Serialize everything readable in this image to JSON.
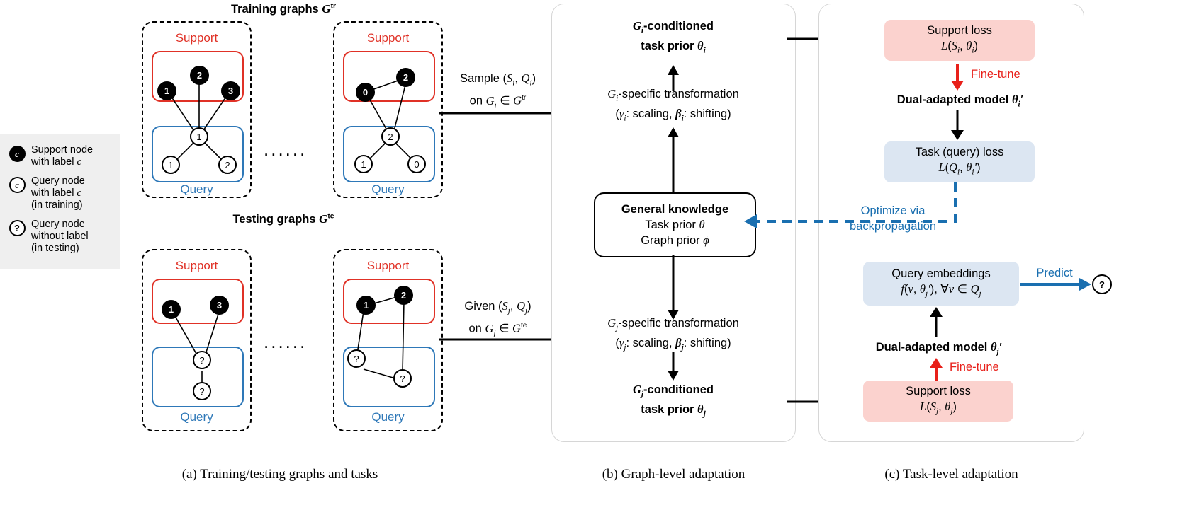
{
  "legend": {
    "items": [
      {
        "symbol": "support-node",
        "label_line1": "Support node",
        "label_line2": "with label c",
        "label_line3": ""
      },
      {
        "symbol": "query-node",
        "label_line1": "Query node",
        "label_line2": "with label c",
        "label_line3": "(in training)"
      },
      {
        "symbol": "unknown-query-node",
        "label_line1": "Query node",
        "label_line2": "without label",
        "label_line3": "(in testing)"
      }
    ],
    "symbol_glyphs": [
      "c",
      "c",
      "?"
    ]
  },
  "panel_a": {
    "training_title": "Training graphs 𝒢ᵗʳ",
    "training_title_main": "Training graphs",
    "training_title_sym": "G",
    "training_title_sup": "tr",
    "testing_title_main": "Testing graphs",
    "testing_title_sym": "G",
    "testing_title_sup": "te",
    "support_label": "Support",
    "query_label": "Query",
    "ellipsis": "......",
    "graphs": [
      {
        "name": "training-graph-1",
        "support_nodes": [
          "1",
          "2",
          "3"
        ],
        "query_nodes": [
          "1",
          "1",
          "2"
        ]
      },
      {
        "name": "training-graph-2",
        "support_nodes": [
          "0",
          "2"
        ],
        "query_nodes": [
          "2",
          "1",
          "0"
        ]
      },
      {
        "name": "testing-graph-1",
        "support_nodes": [
          "1",
          "3"
        ],
        "query_nodes": [
          "?",
          "?"
        ]
      },
      {
        "name": "testing-graph-2",
        "support_nodes": [
          "1",
          "2"
        ],
        "query_nodes": [
          "?",
          "?"
        ]
      }
    ],
    "caption": "(a) Training/testing graphs and tasks"
  },
  "panel_b": {
    "arrow_top_line1": "Sample (S",
    "arrow_top_label_l1_a": "Sample (",
    "arrow_top_label_l1_S": "S",
    "arrow_top_label_l1_i": "i",
    "arrow_top_label_l1_Q": "Q",
    "arrow_top_label_l2": "on G",
    "sample_line1": "Sample (Sᵢ, Qᵢ)",
    "sample_line2": "on Gᵢ ∈ 𝒢ᵗʳ",
    "given_line1": "Given (Sⱼ, Qⱼ)",
    "given_line2": "on Gⱼ ∈ 𝒢ᵗᵉ",
    "top_prior_l1": "Gᵢ-conditioned",
    "top_prior_l2": "task prior θᵢ",
    "top_transform_l1": "Gᵢ-specific transformation",
    "top_transform_l2": "(γᵢ: scaling, βᵢ: shifting)",
    "general_knowledge_title": "General knowledge",
    "general_knowledge_l1": "Task prior θ",
    "general_knowledge_l2": "Graph prior φ",
    "bot_transform_l1": "Gⱼ-specific transformation",
    "bot_transform_l2": "(γⱼ: scaling, βⱼ: shifting)",
    "bot_prior_l1": "Gⱼ-conditioned",
    "bot_prior_l2": "task prior θⱼ",
    "caption": "(b) Graph-level adaptation"
  },
  "panel_c": {
    "support_loss_top_title": "Support loss",
    "support_loss_top_formula": "L(Sᵢ, θᵢ)",
    "finetune_top": "Fine-tune",
    "dual_adapted_top": "Dual-adapted model θᵢ′",
    "task_loss_title": "Task (query) loss",
    "task_loss_formula": "L(Qᵢ, θᵢ′)",
    "optimize_l1": "Optimize via",
    "optimize_l2": "backpropagation",
    "query_emb_title": "Query embeddings",
    "query_emb_formula": "f(v, θⱼ′), ∀v ∈ Qⱼ",
    "predict_label": "Predict",
    "predict_node": "?",
    "dual_adapted_bot": "Dual-adapted model θⱼ′",
    "finetune_bot": "Fine-tune",
    "support_loss_bot_title": "Support loss",
    "support_loss_bot_formula": "L(Sⱼ, θⱼ)",
    "caption": "(c) Task-level adaptation"
  },
  "colors": {
    "support_red": "#e03126",
    "query_blue": "#2e78b8",
    "finetune_red": "#e8201a",
    "accent_blue": "#1a6fb0",
    "pink_box": "#fbd2ce",
    "blue_box": "#dce6f2",
    "panel_border": "#d6d6d6",
    "legend_bg": "#efefef"
  }
}
